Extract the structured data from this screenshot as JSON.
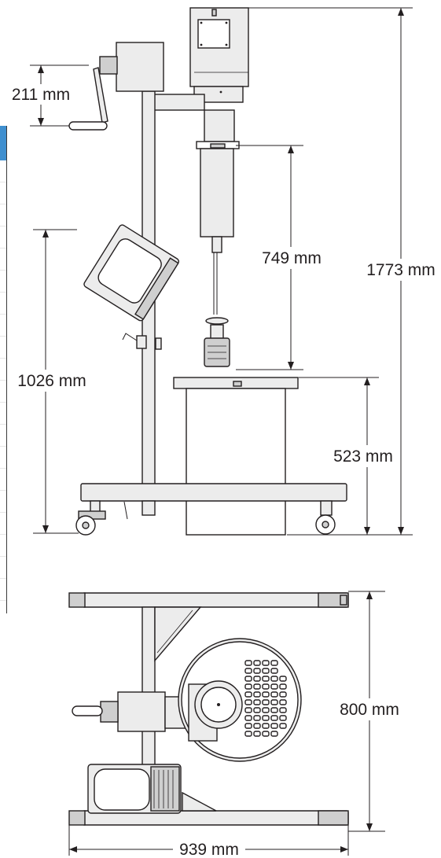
{
  "dimensions": {
    "crank_height": "211 mm",
    "overall_height": "1773 mm",
    "mixer_stroke": "749 mm",
    "handle_height": "1026 mm",
    "tank_height": "523 mm",
    "base_depth": "800 mm",
    "base_width": "939 mm"
  },
  "colors": {
    "line": "#231f20",
    "part_fill": "#ececec",
    "panel_header": "#3f8fcf"
  }
}
